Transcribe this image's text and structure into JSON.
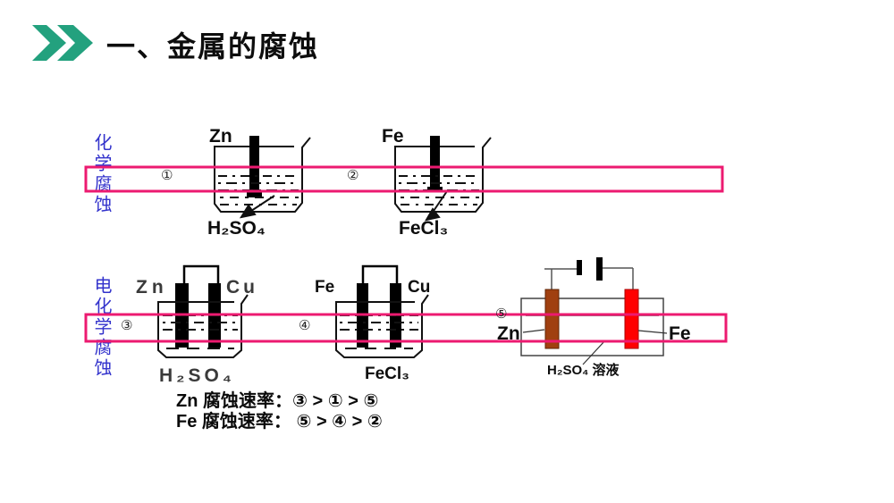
{
  "slide": {
    "title": "一、金属的腐蚀",
    "category_labels": {
      "chemical": "化学腐蚀",
      "electrochemical": "电化学腐蚀"
    },
    "markers": {
      "m1": "①",
      "m2": "②",
      "m3": "③",
      "m4": "④",
      "m5": "⑤"
    },
    "diagram1": {
      "metal": "Zn",
      "solution": "H₂SO₄"
    },
    "diagram2": {
      "metal": "Fe",
      "solution": "FeCl₃"
    },
    "diagram3": {
      "left_electrode": "Zn",
      "right_electrode": "Cu",
      "solution": "H₂SO₄"
    },
    "diagram4": {
      "left_electrode": "Fe",
      "right_electrode": "Cu",
      "solution": "FeCl₃"
    },
    "diagram5": {
      "left_electrode": "Zn",
      "right_electrode": "Fe",
      "solution": "H₂SO₄ 溶液"
    },
    "conclusions": {
      "zn_rate": "Zn 腐蚀速率：③ > ① > ⑤",
      "fe_rate": "Fe 腐蚀速率： ⑤ > ④ > ②"
    },
    "colors": {
      "accent_green": "#23A17E",
      "highlight_pink": "#EC1A70",
      "label_blue": "#3333CC",
      "zn_electrode_brown": "#A04010",
      "fe_electrode_red": "#FF0000",
      "carbon_black": "#0d0d0d"
    }
  }
}
